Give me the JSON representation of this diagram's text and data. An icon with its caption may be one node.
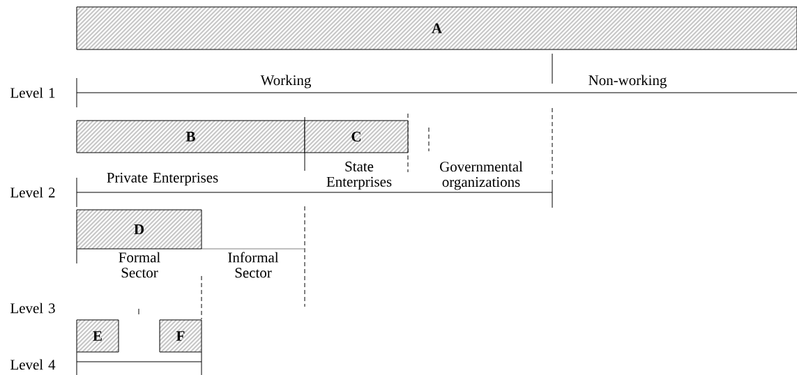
{
  "diagram": {
    "nodes": [
      {
        "text": [
          "A"
        ]
      },
      {
        "text": [
          "B"
        ]
      },
      {
        "text": [
          "C"
        ]
      },
      {
        "text": [
          "D"
        ]
      },
      {
        "text": [
          "E"
        ]
      },
      {
        "text": [
          "F"
        ]
      }
    ],
    "labels": [
      "Working",
      "Non-working",
      "Level 1",
      "State Enterprises",
      "Governmental organizations",
      "Private Enterprises",
      "Level 2",
      "Formal Sector",
      "Informal Sector",
      "Level 3",
      "Level 4"
    ]
  }
}
